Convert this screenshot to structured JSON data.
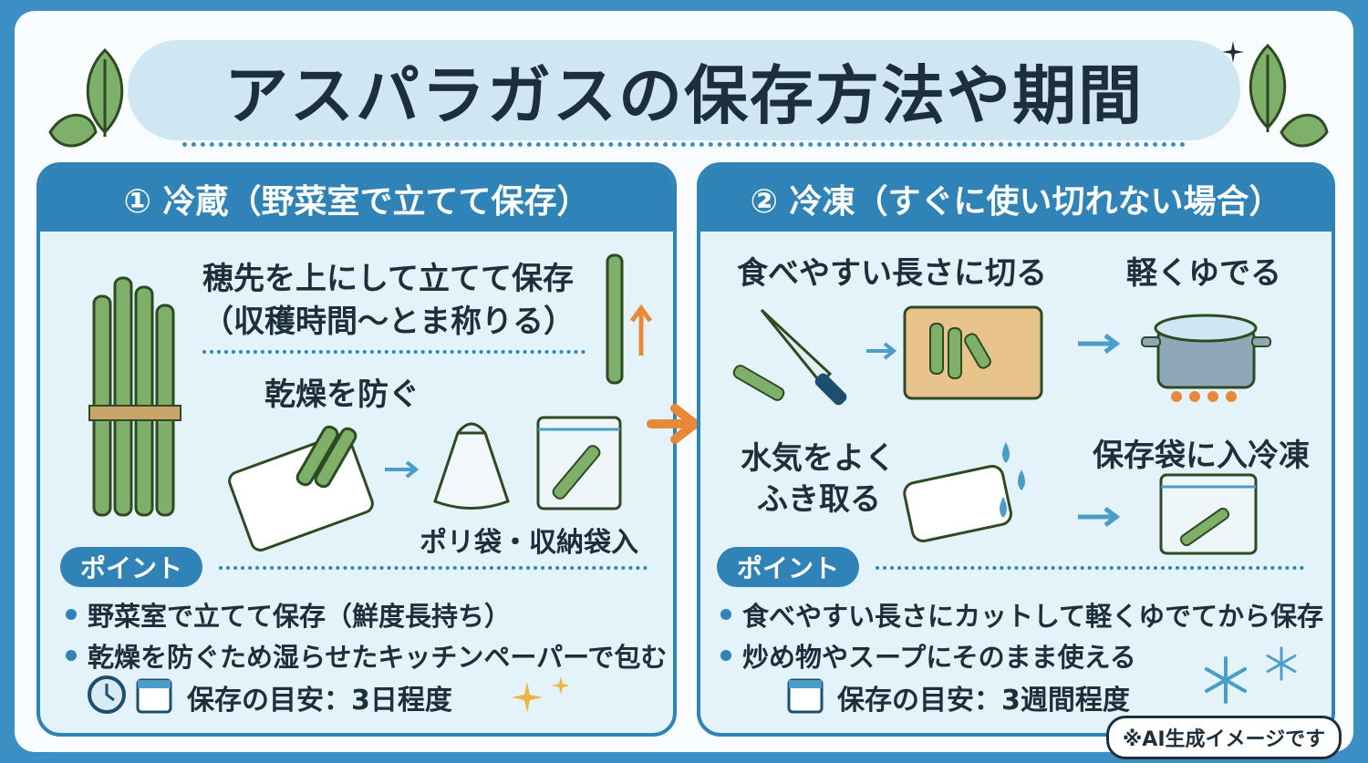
{
  "title": "アスパラガスの保存方法や期間",
  "panel1": {
    "heading": "① 冷蔵（野菜室で立てて保存）",
    "line1": "穂先を上にして立てて保存",
    "line2": "（収穫時間〜とま称りる）",
    "dry": "乾燥を防ぐ",
    "bag": "ポリ袋・収納袋入",
    "point_label": "ポイント",
    "bullets": [
      "野菜室で立てて保存（鮮度長持ち）",
      "乾燥を防ぐため湿らせたキッチンペーパーで包む"
    ],
    "guide": "保存の目安：3日程度"
  },
  "panel2": {
    "heading": "② 冷凍（すぐに使い切れない場合）",
    "cut": "食べやすい長さに切る",
    "boil": "軽くゆでる",
    "wipe1": "水気をよく",
    "wipe2": "ふき取る",
    "freeze": "保存袋に入冷凍",
    "point_label": "ポイント",
    "bullets": [
      "食べやすい長さにカットして軽くゆでてから保存",
      "炒め物やスープにそのまま使える"
    ],
    "guide": "保存の目安：3週間程度"
  },
  "note": "※AI生成イメージです",
  "colors": {
    "frame_blue": "#3b8fc4",
    "panel_blue": "#2f83b7",
    "asparagus": "#6aa84f",
    "accent_orange": "#e8893a"
  }
}
